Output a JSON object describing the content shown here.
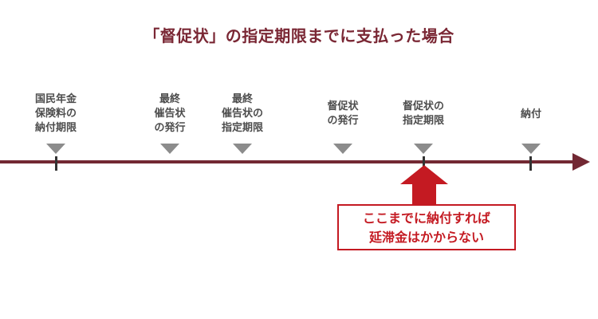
{
  "title": "「督促状」の指定期限までに支払った場合",
  "events": [
    {
      "lines": [
        "国民年金",
        "保険料の",
        "納付期限"
      ]
    },
    {
      "lines": [
        "最終",
        "催告状",
        "の発行"
      ]
    },
    {
      "lines": [
        "最終",
        "催告状の",
        "指定期限"
      ]
    },
    {
      "lines": [
        "督促状",
        "の発行"
      ]
    },
    {
      "lines": [
        "督促状の",
        "指定期限"
      ]
    },
    {
      "lines": [
        "納付"
      ]
    }
  ],
  "callout": {
    "lines": [
      "ここまでに納付すれば",
      "延滞金はかからない"
    ]
  },
  "colors": {
    "title": "#7a2734",
    "axis": "#722833",
    "marker": "#8c8c8c",
    "label": "#4d4d4d",
    "highlight": "#c41a22"
  }
}
